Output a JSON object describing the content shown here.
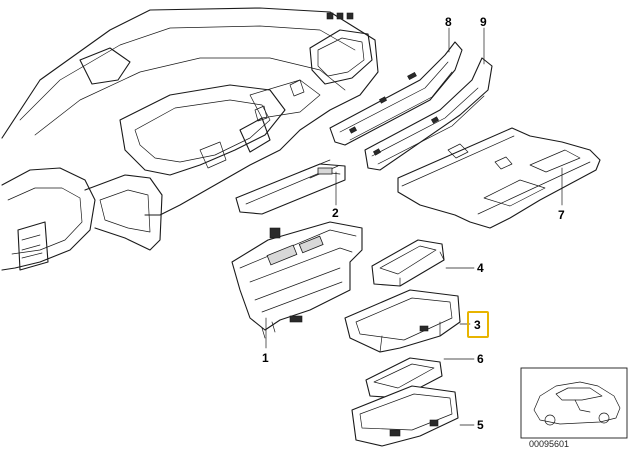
{
  "callouts": [
    {
      "id": "p1",
      "label": "1"
    },
    {
      "id": "p2",
      "label": "2"
    },
    {
      "id": "p3",
      "label": "3",
      "highlighted": true
    },
    {
      "id": "p4",
      "label": "4"
    },
    {
      "id": "p5",
      "label": "5"
    },
    {
      "id": "p6",
      "label": "6"
    },
    {
      "id": "p7",
      "label": "7"
    },
    {
      "id": "p8",
      "label": "8"
    },
    {
      "id": "p9",
      "label": "9"
    }
  ],
  "diagram_number": "00095601",
  "colors": {
    "highlight": "#e8b400",
    "line": "#1a1a1a",
    "background": "#ffffff"
  }
}
